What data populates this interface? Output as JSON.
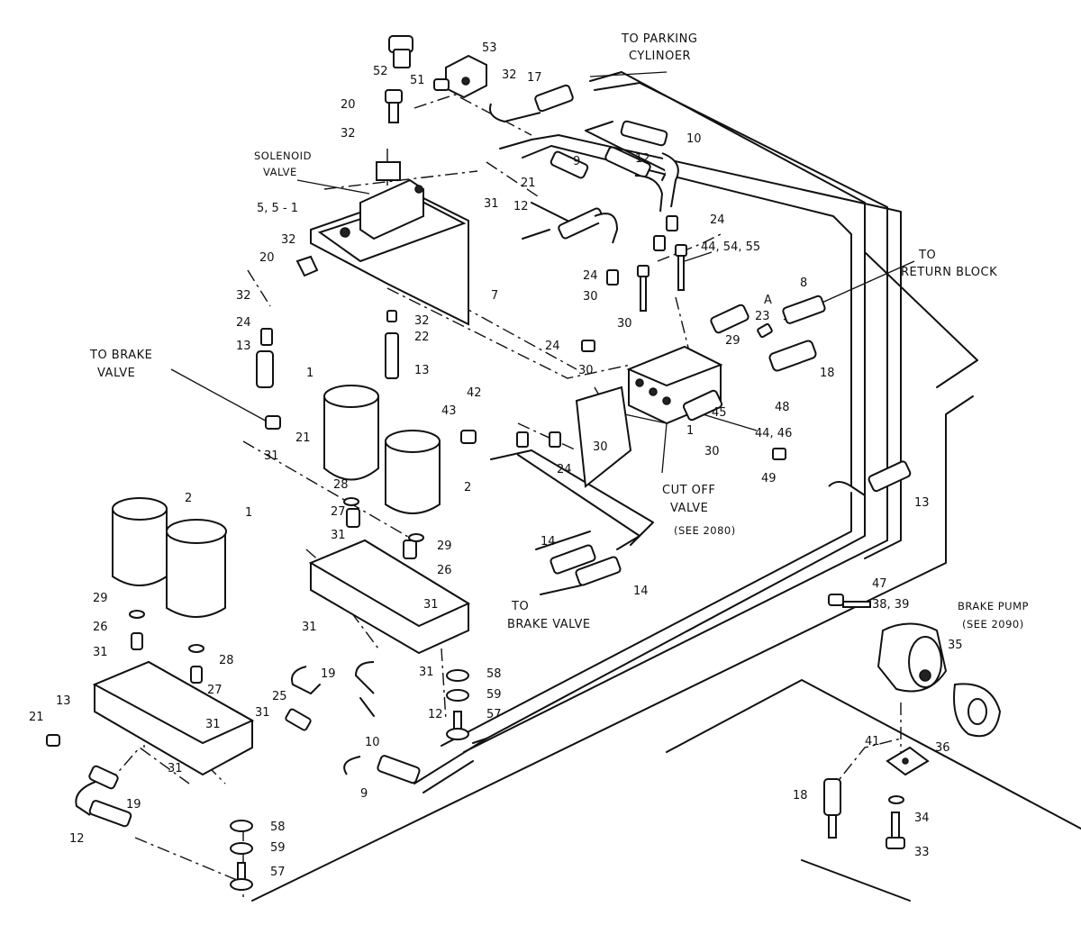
{
  "labels": {
    "to_parking_1": "TO PARKING",
    "to_parking_2": "CYLINOER",
    "solenoid_1": "SOLENOID",
    "solenoid_2": "VALVE",
    "to_return_1": "TO",
    "to_return_2": "RETURN BLOCK",
    "to_brake_left_1": "TO BRAKE",
    "to_brake_left_2": "VALVE",
    "cut_off_1": "CUT OFF",
    "cut_off_2": "VALVE",
    "cut_off_ref": "(SEE 2080)",
    "to_brake_bottom_1": "TO",
    "to_brake_bottom_2": "BRAKE VALVE",
    "brake_pump_1": "BRAKE PUMP",
    "brake_pump_ref": "(SEE 2090)"
  },
  "callouts": {
    "c52": "52",
    "c51": "51",
    "c53": "53",
    "c32a": "32",
    "c17": "17",
    "c20a": "20",
    "c32b": "32",
    "c21a": "21",
    "c31a": "31",
    "c5": "5, 5 - 1",
    "c10a": "10",
    "c9a": "9",
    "c12a": "12",
    "c12b": "12",
    "c24a": "24",
    "c445455": "44, 54, 55",
    "c32c": "32",
    "c20b": "20",
    "c7": "7",
    "c32d": "32",
    "c24b": "24",
    "c32e": "32",
    "c22": "22",
    "c13a": "13",
    "c13b": "13",
    "c24c": "24",
    "c30a": "30",
    "c30b": "30",
    "cA": "A",
    "c8": "8",
    "c23": "23",
    "c29a": "29",
    "c24d": "24",
    "c30c": "30",
    "c18a": "18",
    "c1a": "1",
    "c42": "42",
    "c43": "43",
    "c48": "48",
    "c21b": "21",
    "c31b": "31",
    "c1b": "1",
    "c45": "45",
    "c4446": "44, 46",
    "c30d": "30",
    "c30e": "30",
    "c24e": "24",
    "c49": "49",
    "c13c": "13",
    "c2a": "2",
    "c28a": "28",
    "c2b": "2",
    "c1c": "1",
    "c27a": "27",
    "c31c": "31",
    "c29b": "29",
    "c26a": "26",
    "c14a": "14",
    "c14b": "14",
    "c29c": "29",
    "c26b": "26",
    "c31d": "31",
    "c28b": "28",
    "c31e": "31",
    "c27b": "27",
    "c31f": "31",
    "c31g": "31",
    "c21c": "21",
    "c13d": "13",
    "c19a": "19",
    "c31h": "31",
    "c58a": "58",
    "c59a": "59",
    "c25": "25",
    "c31i": "31",
    "c57a": "57",
    "c12c": "12",
    "c10b": "10",
    "c31j": "31",
    "c9b": "9",
    "c19b": "19",
    "c12d": "12",
    "c58b": "58",
    "c59b": "59",
    "c57b": "57",
    "c47": "47",
    "c3839": "38, 39",
    "c35": "35",
    "c41": "41",
    "c36": "36",
    "c18b": "18",
    "c34": "34",
    "c33": "33"
  }
}
